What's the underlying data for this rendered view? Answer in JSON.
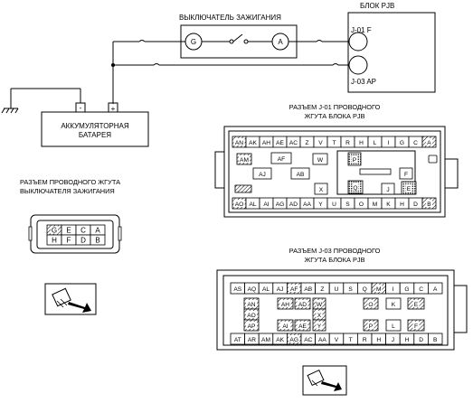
{
  "labels": {
    "ignition_switch": "ВЫКЛЮЧАТЕЛЬ ЗАЖИГАНИЯ",
    "pjb_block": "БЛОК PJB",
    "j01f": "J-01 F",
    "j03ap": "J-03 AP",
    "switch_pin_g": "G",
    "switch_pin_a": "A",
    "battery_line1": "АККУМУЛЯТОРНАЯ",
    "battery_line2": "БАТАРЕЯ",
    "minus": "-",
    "plus": "+",
    "sw_conn_line1": "РАЗЪЕМ ПРОВОДНОГО ЖГУТА",
    "sw_conn_line2": "ВЫКЛЮЧАТЕЛЯ ЗАЖИГАНИЯ",
    "j01_line1": "РАЗЪЕМ J-01 ПРОВОДНОГО",
    "j01_line2": "ЖГУТА БЛОКА PJB",
    "j03_line1": "РАЗЪЕМ J-03 ПРОВОДНОГО",
    "j03_line2": "ЖГУТА БЛОКА PJB"
  },
  "switch_connector": {
    "row1": [
      "G",
      "E",
      "C",
      "A"
    ],
    "row2": [
      "H",
      "F",
      "D",
      "B"
    ]
  },
  "j01": {
    "top_row": [
      "AN",
      "AK",
      "AH",
      "AE",
      "AC",
      "Z",
      "V",
      "T",
      "R",
      "H",
      "L",
      "I",
      "G",
      "C",
      "A"
    ],
    "mid_left": [
      "AM",
      "AF",
      "W",
      "AJ",
      "AB",
      "X"
    ],
    "mid_right": [
      "P",
      "F",
      "Q",
      "J",
      "E"
    ],
    "bottom_row": [
      "AO",
      "AL",
      "AI",
      "AG",
      "AD",
      "AA",
      "Y",
      "U",
      "S",
      "O",
      "M",
      "K",
      "H",
      "D",
      "B"
    ]
  },
  "j03": {
    "top_row": [
      "AS",
      "AQ",
      "AL",
      "AJ",
      "AF",
      "AB",
      "Z",
      "U",
      "S",
      "Q",
      "M",
      "I",
      "G",
      "C",
      "A"
    ],
    "mid_row1": [
      "AN",
      "AH",
      "AD",
      "W",
      "O",
      "K",
      "E"
    ],
    "mid_row2": [
      "AO",
      "X"
    ],
    "mid_row3": [
      "AP",
      "AI",
      "AE",
      "Y",
      "P",
      "L",
      "F"
    ],
    "bottom_row": [
      "AT",
      "AR",
      "AM",
      "AK",
      "AG",
      "AC",
      "AA",
      "V",
      "T",
      "R",
      "H",
      "J",
      "H",
      "D",
      "B"
    ]
  }
}
